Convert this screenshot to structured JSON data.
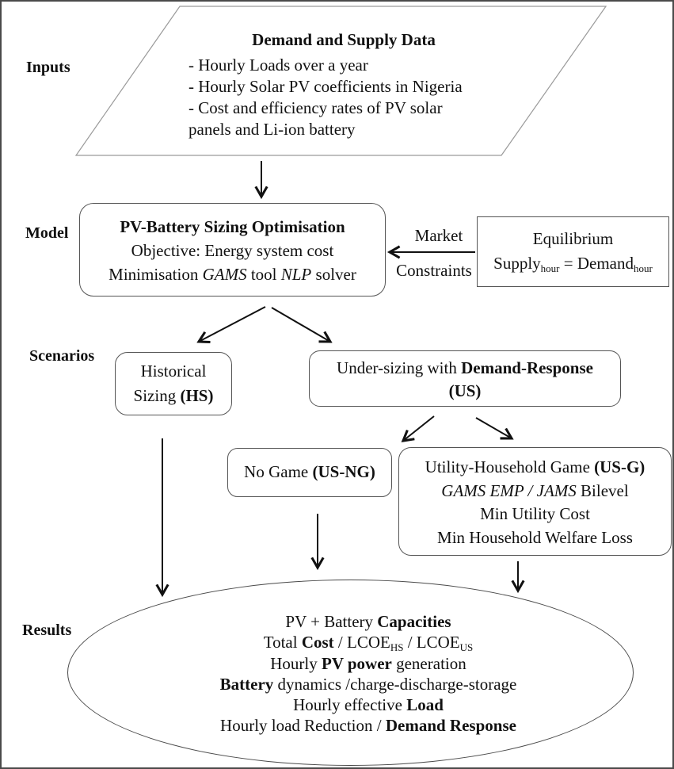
{
  "figure": {
    "stage_labels": {
      "inputs": "Inputs",
      "model": "Model",
      "scenarios": "Scenarios",
      "results": "Results"
    },
    "inputs_node": {
      "title": "Demand and Supply Data",
      "lines": [
        "- Hourly Loads over a year",
        "- Hourly Solar PV coefficients in Nigeria",
        "- Cost and efficiency rates of PV solar",
        "panels and Li-ion battery"
      ]
    },
    "model_node": {
      "title": "PV-Battery Sizing Optimisation",
      "objective": "Objective: Energy system cost",
      "solver": {
        "pre": "Minimisation ",
        "gams": "GAMS",
        "mid": " tool ",
        "nlp": "NLP",
        "post": " solver"
      }
    },
    "market_label": {
      "line1": "Market",
      "line2": "Constraints"
    },
    "equilibrium_node": {
      "title": "Equilibrium",
      "eq": {
        "supply": "Supply",
        "sub1": "hour",
        "equals": " = ",
        "demand": "Demand",
        "sub2": "hour"
      }
    },
    "hs_node": {
      "line1": "Historical",
      "line2_pre": "Sizing ",
      "line2_bold": "(HS)"
    },
    "us_node": {
      "line1_pre": "Under-sizing with ",
      "line1_bold": "Demand-Response",
      "line2_bold": "(US)"
    },
    "usng_node": {
      "pre": "No Game ",
      "bold": "(US-NG)"
    },
    "usg_node": {
      "line1_pre": "Utility-Household Game ",
      "line1_bold": "(US-G)",
      "line2_it": "GAMS EMP / JAMS",
      "line2_post": " Bilevel",
      "line3": "Min Utility Cost",
      "line4": "Min Household Welfare Loss"
    },
    "results_node": {
      "line1": {
        "pre": "PV + Battery ",
        "bold": "Capacities"
      },
      "line2": {
        "pre": "Total ",
        "bold": "Cost",
        "mid": " / LCOE",
        "sub1": "HS",
        "mid2": " / LCOE",
        "sub2": "US"
      },
      "line3": {
        "pre": "Hourly ",
        "bold": "PV power",
        "post": " generation"
      },
      "line4": {
        "bold": "Battery",
        "post": " dynamics /charge-discharge-storage"
      },
      "line5": {
        "pre": "Hourly effective ",
        "bold": "Load"
      },
      "line6": {
        "pre": "Hourly load Reduction / ",
        "bold": "Demand Response"
      }
    },
    "colors": {
      "text": "#111111",
      "arrow": "#111111",
      "box_border": "#555555",
      "parallelogram_border": "#9a9a9a",
      "ellipse_border": "#4a4a4a",
      "frame_border": "#4a4a4a",
      "background": "#ffffff"
    }
  }
}
